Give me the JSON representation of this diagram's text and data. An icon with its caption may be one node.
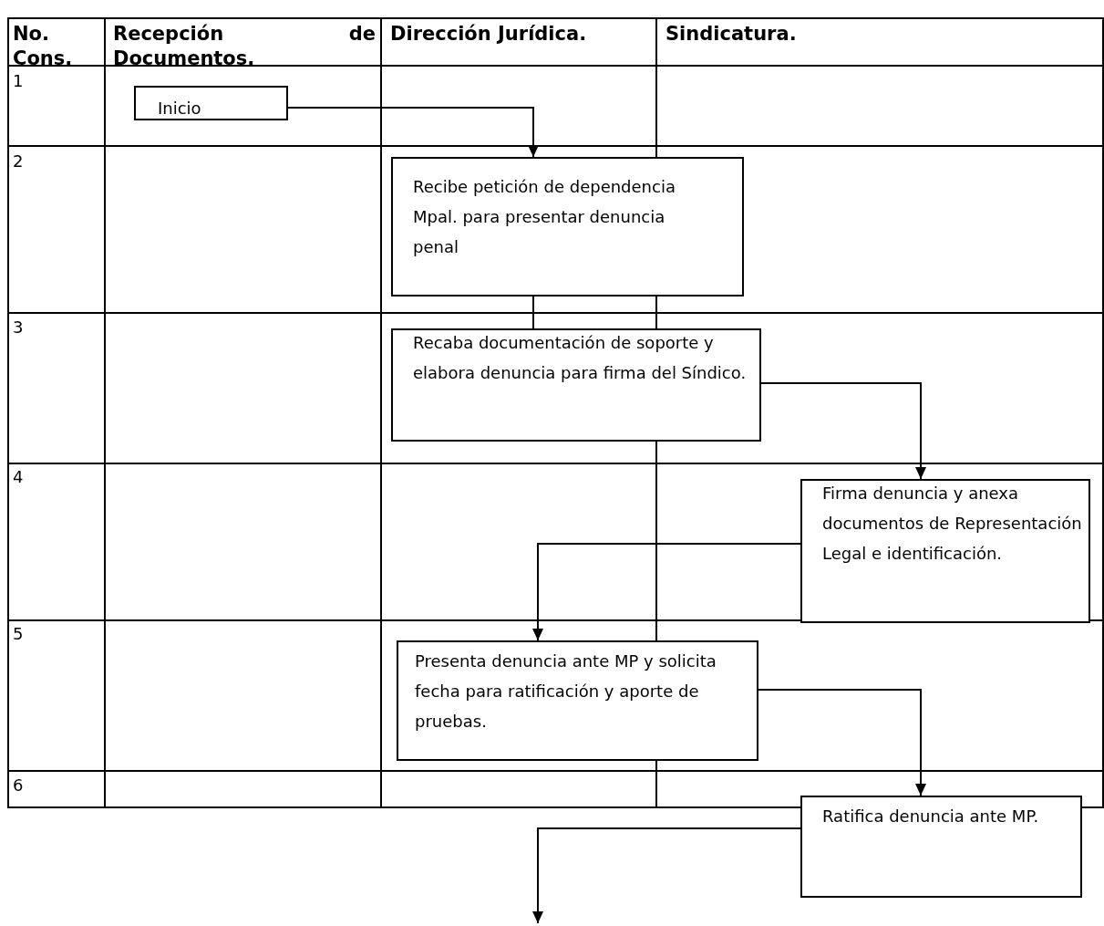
{
  "diagram": {
    "nodes": [
      {
        "text": [
          "Inicio"
        ]
      },
      {
        "text": [
          "Recibe petición de dependencia Mpal. para presentar denuncia penal"
        ]
      },
      {
        "text": [
          "Recaba documentación de soporte y elabora denuncia para firma del Síndico."
        ]
      },
      {
        "text": [
          "Firma denuncia y anexa documentos de Representación Legal e identificación."
        ]
      },
      {
        "text": [
          "Presenta denuncia ante MP y solicita fecha para ratificación y aporte de pruebas."
        ]
      },
      {
        "text": [
          "Ratifica denuncia ante MP."
        ]
      }
    ],
    "edges": [
      {
        "from": 0,
        "to": 1,
        "arrow": "to"
      },
      {
        "from": 1,
        "to": 2,
        "arrow": "none"
      },
      {
        "from": 2,
        "to": 3,
        "arrow": "to"
      },
      {
        "from": 3,
        "to": 4,
        "arrow": "to"
      },
      {
        "from": 4,
        "to": 5,
        "arrow": "to"
      },
      {
        "from": 5,
        "to": null,
        "arrow": "to"
      }
    ],
    "labels": [
      "No. Cons.",
      "Recepción de Documentos.",
      "Dirección Jurídica.",
      "Sindicatura.",
      "1",
      "2",
      "3",
      "4",
      "5",
      "6"
    ]
  }
}
